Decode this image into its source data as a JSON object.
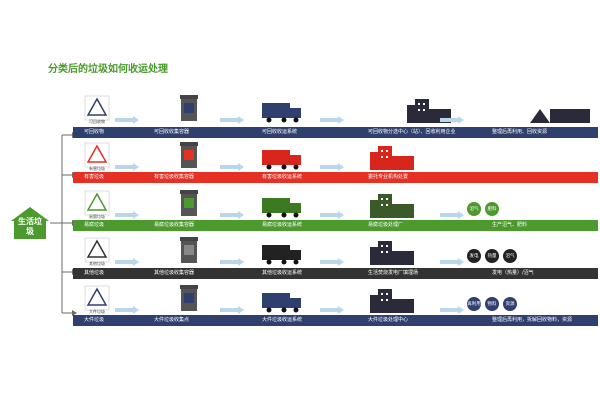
{
  "title": "分类后的垃圾如何收运处理",
  "root_label": "生活垃圾",
  "rows": [
    {
      "color": "#2f3f6e",
      "band_labels": [
        "可回收物",
        "可回收收集容器",
        "可回收收运系统",
        "可回收物分选中心（站）、回收利用企业",
        "整理后再利用、回收资源"
      ],
      "icon_caption": "可回收物",
      "bubbles": []
    },
    {
      "color": "#e53024",
      "band_labels": [
        "有害垃圾",
        "有害垃圾收集容器",
        "有害垃圾收运系统",
        "委托专业机构处置",
        ""
      ],
      "icon_caption": "有害垃圾",
      "bubbles": []
    },
    {
      "color": "#4c9a2e",
      "band_labels": [
        "易腐垃圾",
        "易腐垃圾收集容器",
        "易腐垃圾收运系统",
        "易腐垃圾处理厂",
        "生产沼气、肥料"
      ],
      "icon_caption": "易腐垃圾",
      "bubbles": [
        "沼气",
        "肥料"
      ]
    },
    {
      "color": "#333333",
      "band_labels": [
        "其他垃圾",
        "其他垃圾收集容器",
        "其他垃圾收运系统",
        "生活焚烧发电厂填埋场",
        "发电（热量）/沼气"
      ],
      "icon_caption": "其他垃圾",
      "bubbles": [
        "发电",
        "热量",
        "沼气"
      ]
    },
    {
      "color": "#2f3f6e",
      "band_labels": [
        "大件垃圾",
        "大件垃圾收集点",
        "大件垃圾收运系统",
        "大件垃圾处理中心",
        "整理后再利用，拆解回收物料，资源"
      ],
      "icon_caption": "大件垃圾",
      "bubbles": [
        "再利用",
        "物料",
        "资源"
      ]
    }
  ]
}
